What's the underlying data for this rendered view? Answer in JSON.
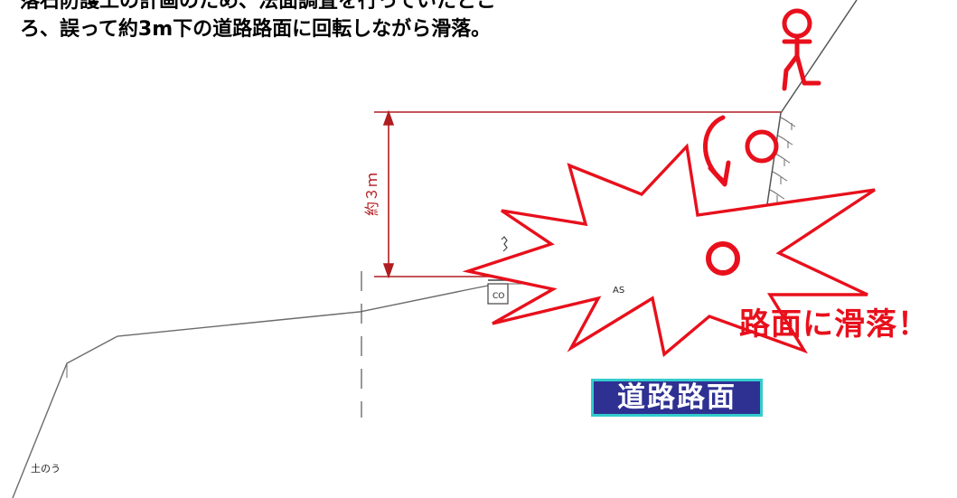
{
  "description": {
    "line1": "落石防護工の計画のため、法面調査を行っていたとこ",
    "line2": "ろ、誤って約3m下の道路路面に回転しながら滑落。"
  },
  "dimension_label": "約３ｍ",
  "alert_text": "路面に滑落！",
  "road_label": "道路路面",
  "drawing_labels": {
    "sandbag": "土のう",
    "asphalt": "AS",
    "curb": "CO"
  },
  "colors": {
    "accent": "#e8101c",
    "badge_bg": "#2e3192",
    "badge_border": "#33cccc",
    "badge_text": "#ffffff",
    "dimension": "#b01c20",
    "linework": "#555555"
  }
}
